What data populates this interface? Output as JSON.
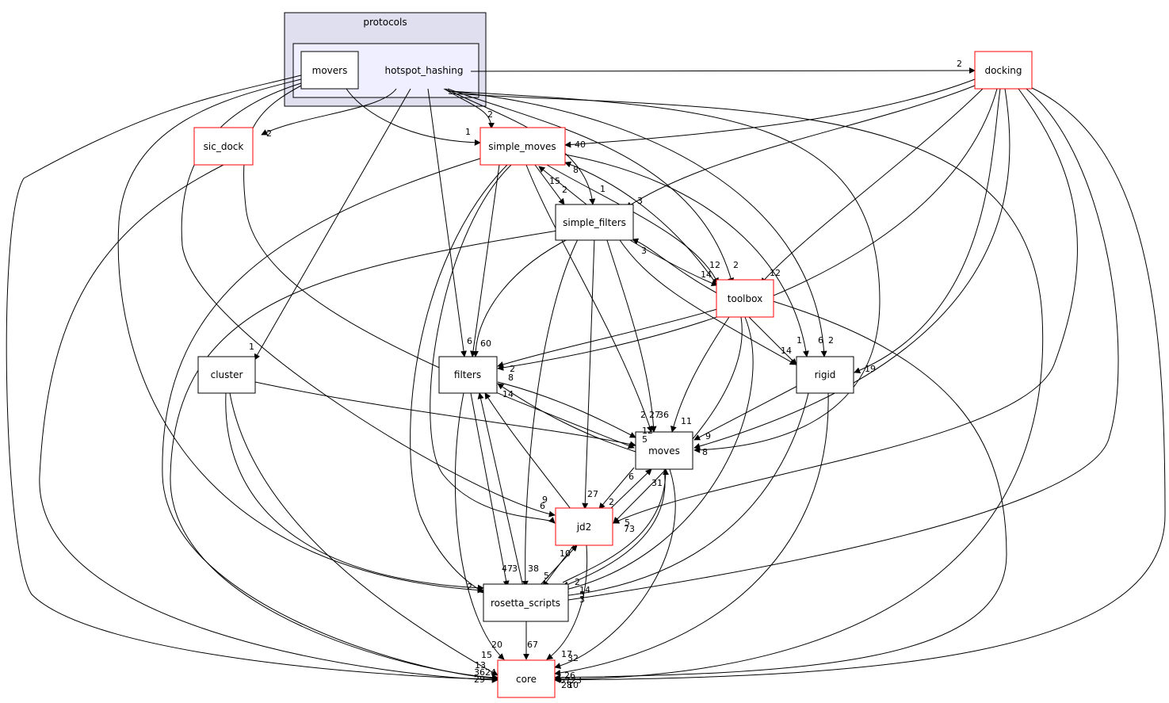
{
  "clusters": [
    {
      "id": "protocols",
      "label": "protocols",
      "fill": "#dfdfef",
      "stroke": "#000000"
    },
    {
      "id": "hotspot_hashing",
      "label": "hotspot_hashing",
      "fill": "#efefff",
      "stroke": "#000000"
    }
  ],
  "nodes": [
    {
      "id": "movers",
      "label": "movers",
      "border": "#000000"
    },
    {
      "id": "docking",
      "label": "docking",
      "border": "#ff0000"
    },
    {
      "id": "sic_dock",
      "label": "sic_dock",
      "border": "#ff0000"
    },
    {
      "id": "simple_moves",
      "label": "simple_moves",
      "border": "#ff0000"
    },
    {
      "id": "simple_filters",
      "label": "simple_filters",
      "border": "#000000"
    },
    {
      "id": "toolbox",
      "label": "toolbox",
      "border": "#ff0000"
    },
    {
      "id": "cluster",
      "label": "cluster",
      "border": "#000000"
    },
    {
      "id": "filters",
      "label": "filters",
      "border": "#000000"
    },
    {
      "id": "rigid",
      "label": "rigid",
      "border": "#000000"
    },
    {
      "id": "moves",
      "label": "moves",
      "border": "#000000"
    },
    {
      "id": "jd2",
      "label": "jd2",
      "border": "#ff0000"
    },
    {
      "id": "rosetta_scripts",
      "label": "rosetta_scripts",
      "border": "#000000"
    },
    {
      "id": "core",
      "label": "core",
      "border": "#ff0000"
    }
  ],
  "edge_labels": [
    "2",
    "2",
    "1",
    "40",
    "2",
    "1",
    "15",
    "2",
    "3",
    "8",
    "12",
    "2",
    "14",
    "3",
    "12",
    "6",
    "2",
    "14",
    "1",
    "6",
    "60",
    "2",
    "8",
    "14",
    "12",
    "5",
    "2",
    "27",
    "36",
    "1",
    "11",
    "9",
    "19",
    "8",
    "6",
    "27",
    "2",
    "9",
    "6",
    "10",
    "5",
    "47",
    "3",
    "38",
    "2",
    "14",
    "2",
    "5",
    "73",
    "31",
    "67",
    "20",
    "15",
    "17",
    "32",
    "13",
    "36",
    "29",
    "24",
    "26",
    "67",
    "23",
    "28",
    "10",
    "5",
    "3"
  ]
}
